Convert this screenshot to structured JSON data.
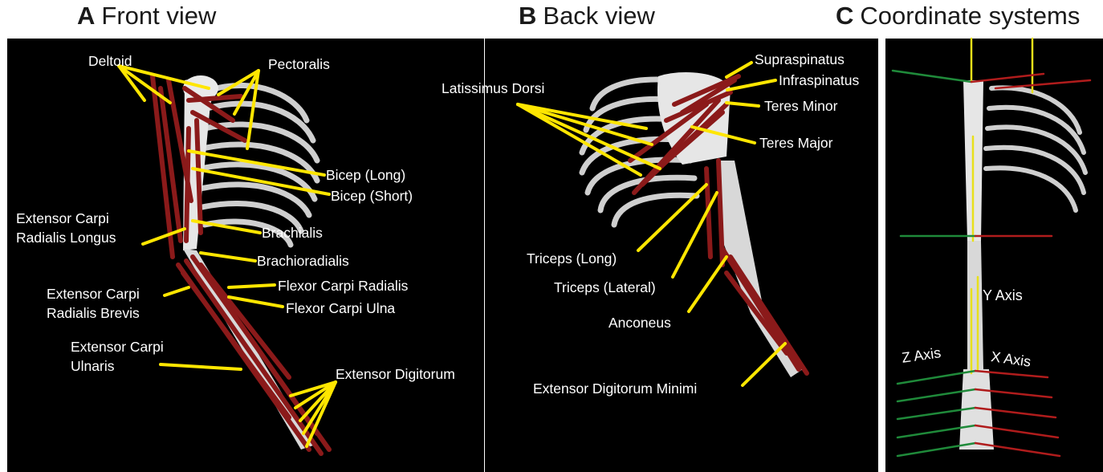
{
  "panels": {
    "a": {
      "letter": "A",
      "title": "Front view"
    },
    "b": {
      "letter": "B",
      "title": "Back view"
    },
    "c": {
      "letter": "C",
      "title": "Coordinate systems"
    }
  },
  "front_labels": {
    "deltoid": "Deltoid",
    "pectoralis": "Pectoralis",
    "bicep_long": "Bicep (Long)",
    "bicep_short": "Bicep (Short)",
    "ecr_longus_1": "Extensor Carpi",
    "ecr_longus_2": "Radialis Longus",
    "brachialis": "Brachialis",
    "brachioradialis": "Brachioradialis",
    "ecr_brevis_1": "Extensor Carpi",
    "ecr_brevis_2": "Radialis Brevis",
    "fcr": "Flexor Carpi Radialis",
    "fcu": "Flexor Carpi Ulna",
    "ecu_1": "Extensor Carpi",
    "ecu_2": "Ulnaris",
    "ext_digitorum": "Extensor Digitorum"
  },
  "back_labels": {
    "supraspinatus": "Supraspinatus",
    "infraspinatus": "Infraspinatus",
    "latissimus": "Latissimus Dorsi",
    "teres_minor": "Teres Minor",
    "teres_major": "Teres Major",
    "triceps_long": "Triceps (Long)",
    "triceps_lateral": "Triceps (Lateral)",
    "anconeus": "Anconeus",
    "ext_dig_minimi": "Extensor Digitorum Minimi"
  },
  "axis_labels": {
    "y": "Y Axis",
    "z": "Z Axis",
    "x": "X Axis"
  },
  "colors": {
    "background": "#000000",
    "bone": "#e6e6e6",
    "muscle": "#8b1a1a",
    "leader_line": "#ffe600",
    "x_axis": "#b01c1c",
    "y_axis": "#e8e01a",
    "z_axis": "#1f8a3a"
  }
}
